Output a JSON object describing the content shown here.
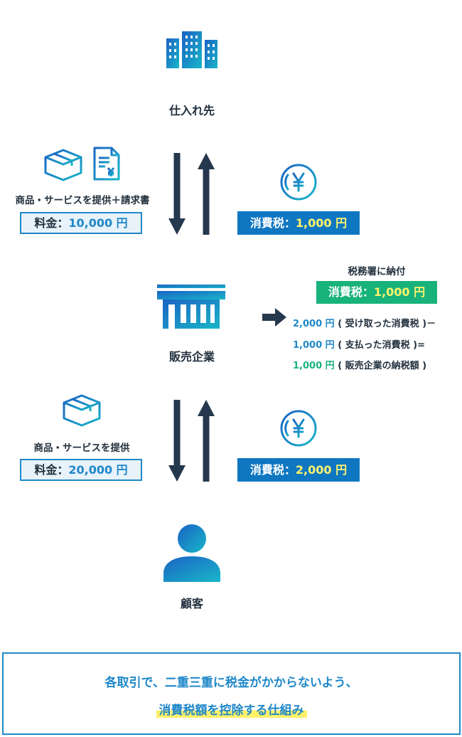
{
  "supplier": {
    "label": "仕入れ先",
    "icon": "building-icon"
  },
  "top_flow": {
    "goods_label": "商品・サービスを提供＋請求書",
    "price_prefix": "料金：",
    "price_value": "10,000 円",
    "tax_prefix": "消費税：",
    "tax_value": "1,000 円",
    "icons": [
      "box-icon",
      "invoice-icon",
      "yen-coin-icon"
    ]
  },
  "seller": {
    "label": "販売企業",
    "icon": "store-icon"
  },
  "tax_office": {
    "title": "税務署に納付",
    "tax_prefix": "消費税：",
    "tax_value": "1,000 円",
    "calc": [
      {
        "value": "2,000 円",
        "text": "( 受け取った消費税 )－"
      },
      {
        "value": "1,000 円",
        "text": "( 支払った消費税 )="
      },
      {
        "value": "1,000 円",
        "text": "( 販売企業の納税額 )"
      }
    ]
  },
  "bottom_flow": {
    "goods_label": "商品・サービスを提供",
    "price_prefix": "料金：",
    "price_value": "20,000 円",
    "tax_prefix": "消費税：",
    "tax_value": "2,000 円",
    "icons": [
      "box-icon",
      "yen-coin-icon"
    ]
  },
  "customer": {
    "label": "顧客",
    "icon": "person-icon"
  },
  "summary": {
    "line1": "各取引で、二重三重に税金がかからないよう、",
    "line2": "消費税額を控除する仕組み"
  },
  "colors": {
    "blue": "#1f88c9",
    "dark_blue": "#0f77c2",
    "navy": "#25384d",
    "green": "#18b27b",
    "yellow": "#fff36a"
  }
}
